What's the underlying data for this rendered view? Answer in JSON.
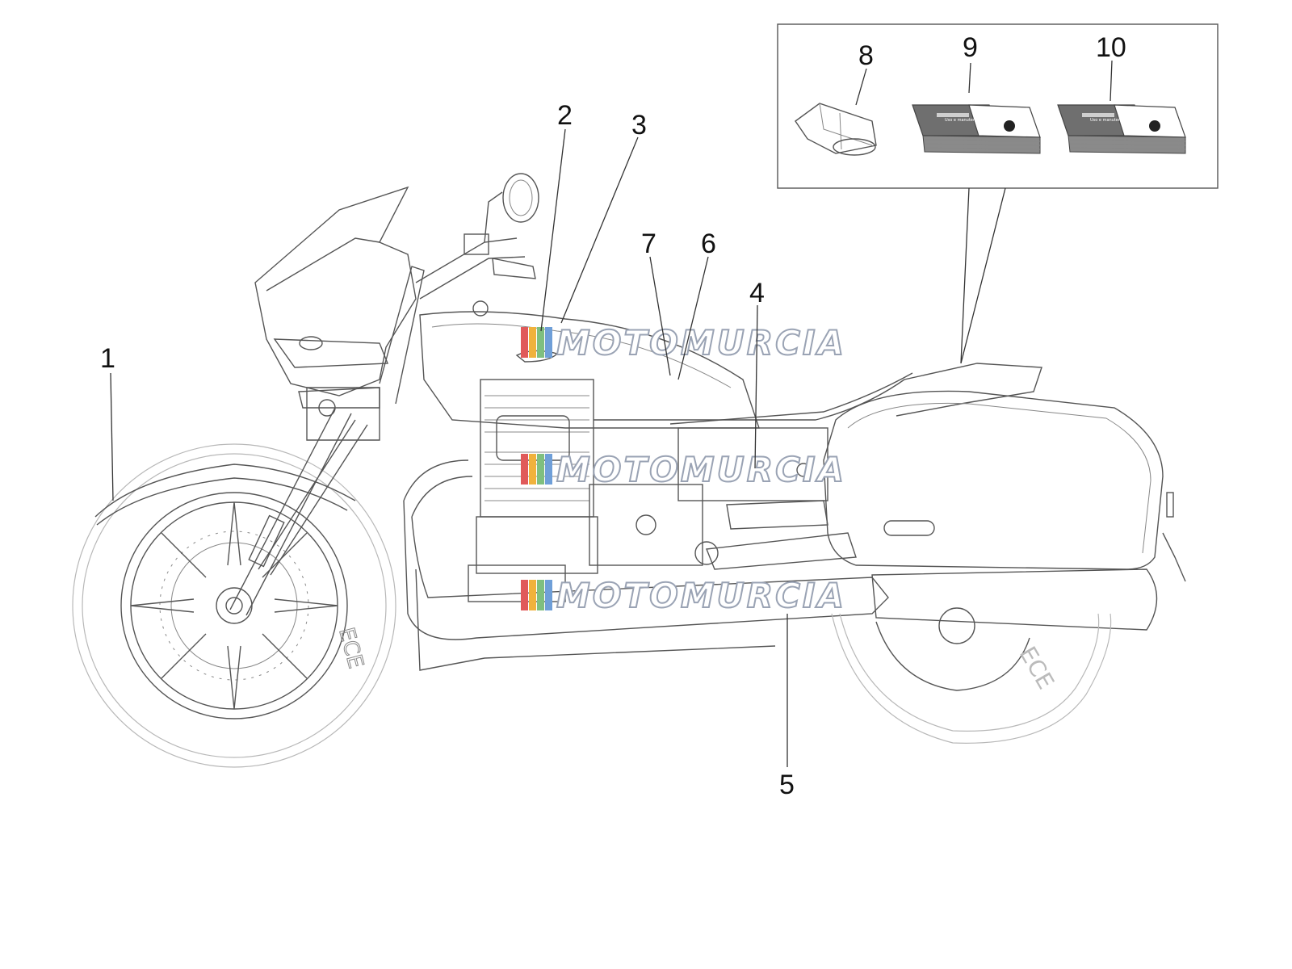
{
  "callouts": [
    {
      "id": 1,
      "label": "1"
    },
    {
      "id": 2,
      "label": "2"
    },
    {
      "id": 3,
      "label": "3"
    },
    {
      "id": 4,
      "label": "4"
    },
    {
      "id": 5,
      "label": "5"
    },
    {
      "id": 6,
      "label": "6"
    },
    {
      "id": 7,
      "label": "7"
    },
    {
      "id": 8,
      "label": "8"
    },
    {
      "id": 9,
      "label": "9"
    },
    {
      "id": 10,
      "label": "10"
    }
  ],
  "watermark": {
    "text": "MOTOMURCIA",
    "colors": [
      "#e05a5a",
      "#f0b23c",
      "#7fbf7f",
      "#6f9fd8"
    ]
  },
  "tire_marking": "ECE",
  "manual_cover_text": "Uso e manutenzione"
}
